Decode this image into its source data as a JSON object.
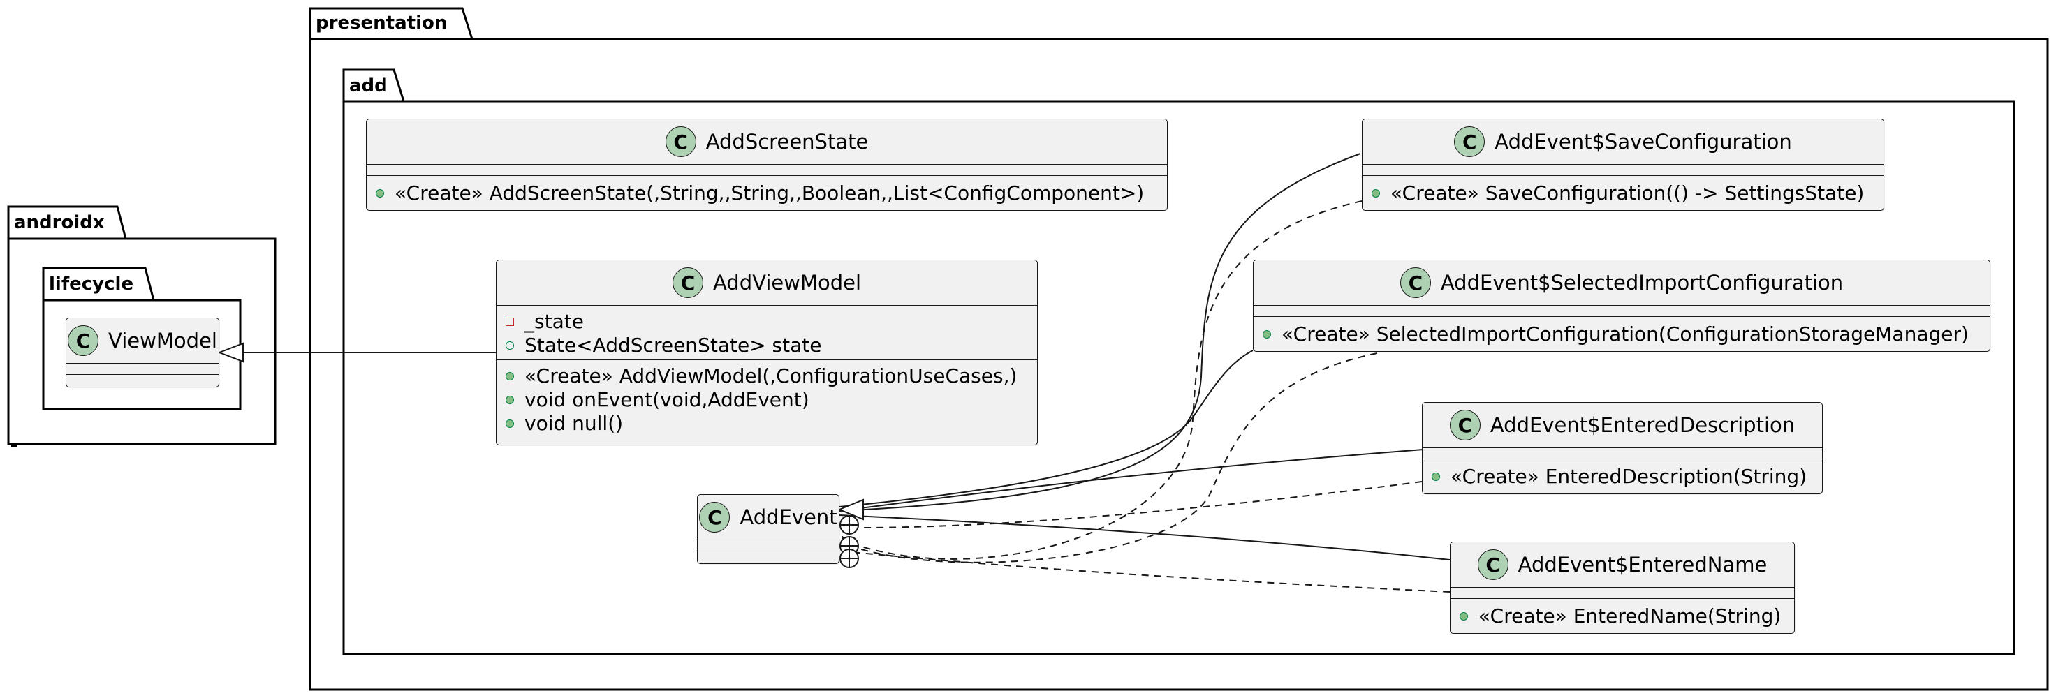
{
  "packages": {
    "androidx": "androidx",
    "lifecycle": "lifecycle",
    "presentation": "presentation",
    "add": "add"
  },
  "colors": {
    "class_fill": "#f1f1f1",
    "class_icon": "#add1b2",
    "public_marker": "#84be84",
    "private_marker": "#c82930"
  },
  "classes": {
    "view_model": {
      "icon": "C",
      "name": "ViewModel"
    },
    "add_screen_state": {
      "icon": "C",
      "name": "AddScreenState",
      "methods": [
        "«Create» AddScreenState(,String,,String,,Boolean,,List<ConfigComponent>)"
      ]
    },
    "add_view_model": {
      "icon": "C",
      "name": "AddViewModel",
      "fields": [
        "_state",
        "State<AddScreenState> state"
      ],
      "methods": [
        "«Create» AddViewModel(,ConfigurationUseCases,)",
        "void onEvent(void,AddEvent)",
        "void null()"
      ]
    },
    "add_event": {
      "icon": "C",
      "name": "AddEvent"
    },
    "save_configuration": {
      "icon": "C",
      "name": "AddEvent$SaveConfiguration",
      "methods": [
        "«Create» SaveConfiguration(() -> SettingsState)"
      ]
    },
    "selected_import": {
      "icon": "C",
      "name": "AddEvent$SelectedImportConfiguration",
      "methods": [
        "«Create» SelectedImportConfiguration(ConfigurationStorageManager)"
      ]
    },
    "entered_description": {
      "icon": "C",
      "name": "AddEvent$EnteredDescription",
      "methods": [
        "«Create» EnteredDescription(String)"
      ]
    },
    "entered_name": {
      "icon": "C",
      "name": "AddEvent$EnteredName",
      "methods": [
        "«Create» EnteredName(String)"
      ]
    }
  }
}
